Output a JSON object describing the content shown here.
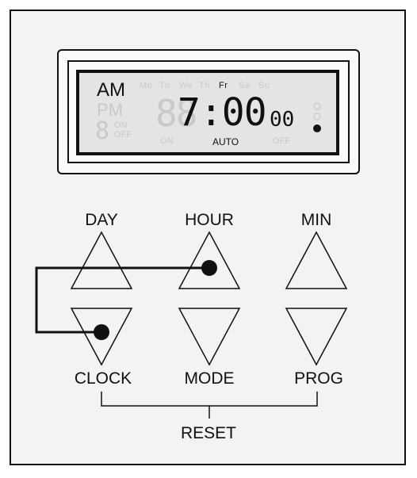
{
  "display": {
    "meridiem_am": "AM",
    "meridiem_pm": "PM",
    "days": [
      "Mo",
      "Tu",
      "We",
      "Th",
      "Fr",
      "Sa",
      "Su"
    ],
    "active_day_index": 4,
    "program_digit": "8",
    "on_label": "ON",
    "off_label": "OFF",
    "ghost_hour_digits": "88",
    "time": "7:00",
    "seconds": "00",
    "mode_on": "ON",
    "mode_auto": "AUTO",
    "mode_off": "OFF"
  },
  "buttons": {
    "day": "DAY",
    "hour": "HOUR",
    "min": "MIN",
    "clock": "CLOCK",
    "mode": "MODE",
    "prog": "PROG"
  },
  "reset_label": "RESET",
  "colors": {
    "ink": "#111111",
    "lcd_bg": "#e4e4e4",
    "ghost_segment": "#c9c9c9"
  }
}
